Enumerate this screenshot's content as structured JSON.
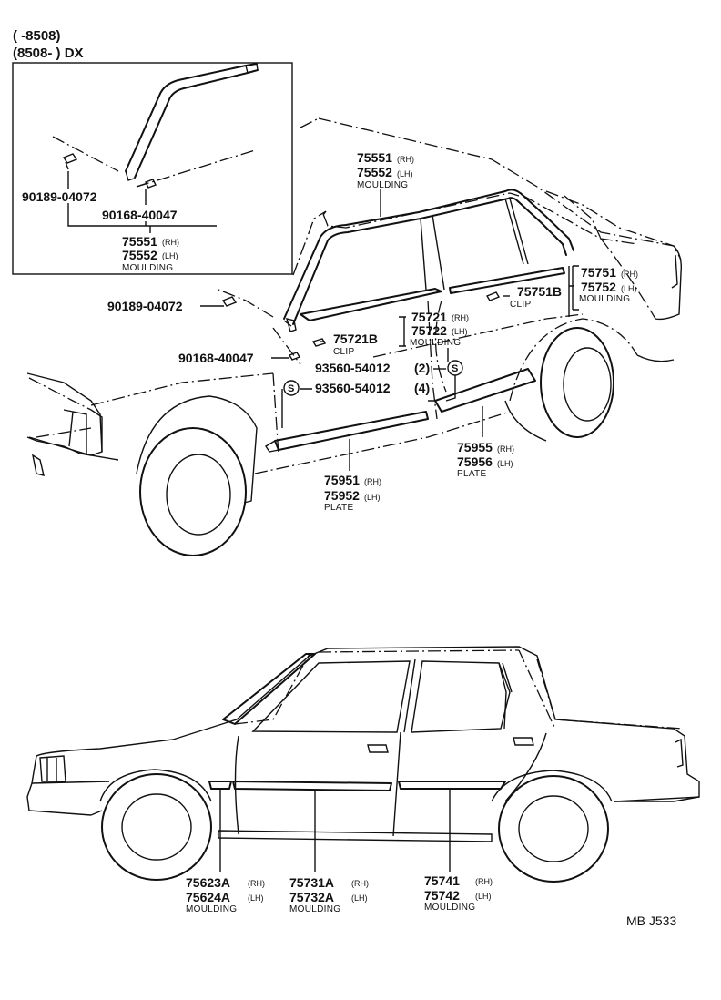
{
  "header": {
    "range_line1": "(        -8508)",
    "range_line2": "(8508-        ) DX"
  },
  "inset": {
    "clip_part": "90189-04072",
    "screw_part": "90168-40047",
    "moulding_rh": "75551",
    "moulding_rh_side": "(RH)",
    "moulding_lh": "75552",
    "moulding_lh_side": "(LH)",
    "moulding_name": "MOULDING"
  },
  "top": {
    "roof_rh": "75551",
    "roof_rh_side": "(RH)",
    "roof_lh": "75552",
    "roof_lh_side": "(LH)",
    "roof_name": "MOULDING",
    "rear_rh": "75751",
    "rear_rh_side": "(RH)",
    "rear_lh": "75752",
    "rear_lh_side": "(LH)",
    "rear_name": "MOULDING",
    "rear_clip": "75751B",
    "rear_clip_name": "CLIP",
    "front_rh": "75721",
    "front_rh_side": "(RH)",
    "front_lh": "75722",
    "front_lh_side": "(LH)",
    "front_name": "MOULDING",
    "front_clip": "75721B",
    "front_clip_name": "CLIP",
    "clip_90189": "90189-04072",
    "screw_90168": "90168-40047",
    "s_symbol": "S",
    "screw_93560_a": "93560-54012",
    "screw_93560_a_qty": "(2)",
    "screw_93560_b": "93560-54012",
    "screw_93560_b_qty": "(4)",
    "plate_rear_rh": "75955",
    "plate_rear_rh_side": "(RH)",
    "plate_rear_lh": "75956",
    "plate_rear_lh_side": "(LH)",
    "plate_rear_name": "PLATE",
    "plate_front_rh": "75951",
    "plate_front_rh_side": "(RH)",
    "plate_front_lh": "75952",
    "plate_front_lh_side": "(LH)",
    "plate_front_name": "PLATE"
  },
  "bottom": {
    "fender_rh": "75623A",
    "fender_rh_side": "(RH)",
    "fender_lh": "75624A",
    "fender_lh_side": "(LH)",
    "fender_name": "MOULDING",
    "fdoor_rh": "75731A",
    "fdoor_rh_side": "(RH)",
    "fdoor_lh": "75732A",
    "fdoor_lh_side": "(LH)",
    "fdoor_name": "MOULDING",
    "rdoor_rh": "75741",
    "rdoor_rh_side": "(RH)",
    "rdoor_lh": "75742",
    "rdoor_lh_side": "(LH)",
    "rdoor_name": "MOULDING"
  },
  "footer": {
    "code": "MB  J533"
  }
}
